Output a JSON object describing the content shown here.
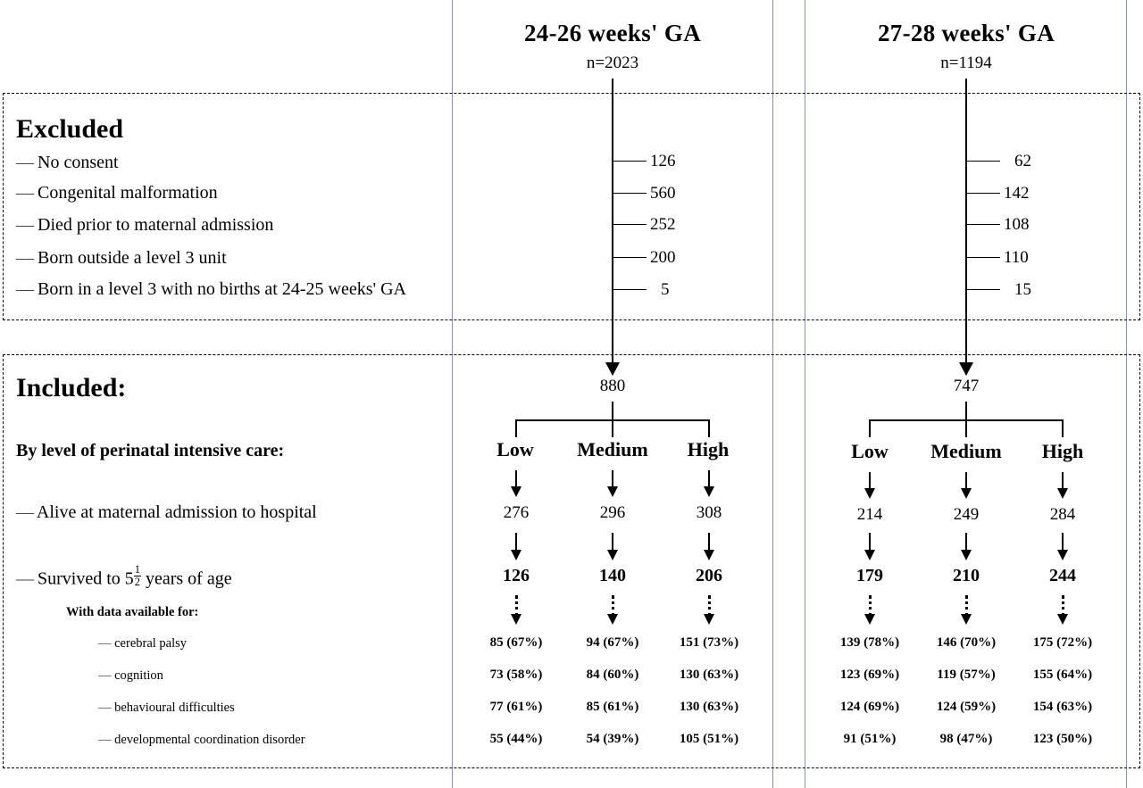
{
  "groups": [
    {
      "title": "24-26 weeks' GA",
      "n_label": "n=2023",
      "excluded_counts": [
        "126",
        "560",
        "252",
        "200",
        "5"
      ],
      "included_total": "880",
      "levels": [
        "Low",
        "Medium",
        "High"
      ],
      "alive": [
        "276",
        "296",
        "308"
      ],
      "survived": [
        "126",
        "140",
        "206"
      ],
      "outcomes": [
        [
          "85 (67%)",
          "94 (67%)",
          "151 (73%)"
        ],
        [
          "73 (58%)",
          "84 (60%)",
          "130 (63%)"
        ],
        [
          "77 (61%)",
          "85 (61%)",
          "130 (63%)"
        ],
        [
          "55 (44%)",
          "54 (39%)",
          "105 (51%)"
        ]
      ]
    },
    {
      "title": "27-28 weeks' GA",
      "n_label": "n=1194",
      "excluded_counts": [
        "62",
        "142",
        "108",
        "110",
        "15"
      ],
      "included_total": "747",
      "levels": [
        "Low",
        "Medium",
        "High"
      ],
      "alive": [
        "214",
        "249",
        "284"
      ],
      "survived": [
        "179",
        "210",
        "244"
      ],
      "outcomes": [
        [
          "139 (78%)",
          "146 (70%)",
          "175 (72%)"
        ],
        [
          "123 (69%)",
          "119 (57%)",
          "155 (64%)"
        ],
        [
          "124 (69%)",
          "124 (59%)",
          "154 (63%)"
        ],
        [
          "91 (51%)",
          "98 (47%)",
          "123 (50%)"
        ]
      ]
    }
  ],
  "excluded": {
    "title": "Excluded",
    "dash": "—",
    "reasons": [
      "No consent",
      "Congenital malformation",
      "Died prior to maternal admission",
      "Born outside a level 3 unit",
      "Born in a level 3 with no births at 24-25 weeks' GA"
    ]
  },
  "included": {
    "title": "Included:",
    "by_level_label": "By level of perinatal intensive care:",
    "dash": "—",
    "alive_label": "Alive at maternal admission to hospital",
    "survived_prefix": "Survived to 5",
    "survived_num": "1",
    "survived_den": "2",
    "survived_suffix": "years of age",
    "data_available_label": "With data available for:",
    "outcome_labels": [
      "cerebral palsy",
      "cognition",
      "behavioural difficulties",
      "developmental coordination disorder"
    ]
  },
  "colors": {
    "group_border": "#8b8bdb",
    "line": "#000000",
    "background": "#ffffff"
  }
}
